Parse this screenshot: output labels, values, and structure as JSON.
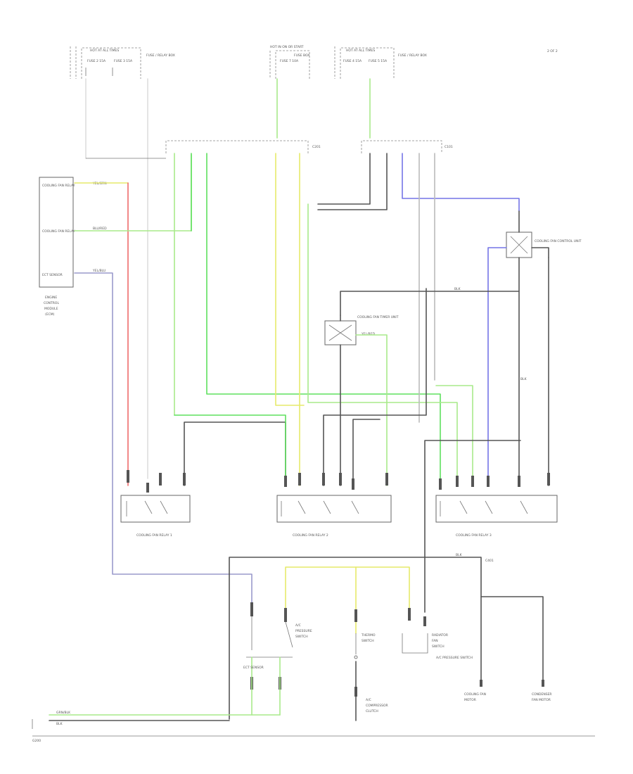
{
  "page_label": "2 OF 2",
  "ground_label": "G200",
  "fuse_box_left": {
    "title": "HOT AT ALL TIMES",
    "fuses": [
      "FUSE 2 15A",
      "FUSE 3 15A"
    ],
    "side": "FUSE / RELAY BOX"
  },
  "fuse_box_mid": {
    "title": "HOT IN ON OR START",
    "fuses": [
      "FUSE 7 10A"
    ],
    "side": "FUSE BOX"
  },
  "fuse_box_right": {
    "title": "HOT AT ALL TIMES",
    "fuses": [
      "FUSE 4 15A",
      "FUSE 5 15A"
    ],
    "side": "FUSE / RELAY BOX"
  },
  "ecm": {
    "pins": [
      "COOLING FAN RELAY",
      "COOLING FAN RELAY",
      "ECT SENSOR"
    ],
    "caption": [
      "ENGINE",
      "CONTROL",
      "MODULE",
      "(ECM)"
    ]
  },
  "relays": {
    "fan_relay_left": "COOLING FAN RELAY 1",
    "fan_relay_mid": "COOLING FAN RELAY 2",
    "fan_relay_right": "COOLING FAN RELAY 3",
    "fan_timer": "COOLING FAN TIMER UNIT",
    "fan_control": "COOLING FAN CONTROL UNIT"
  },
  "motors": {
    "left": [
      "COOLING FAN",
      "MOTOR"
    ],
    "right": [
      "CONDENSER",
      "FAN MOTOR"
    ]
  },
  "switches": {
    "temp_switch_a": [
      "A/C",
      "PRESSURE",
      "SWITCH"
    ],
    "thermo_switch": [
      "THERMO",
      "SWITCH"
    ],
    "radiator_fan_switch": [
      "RADIATOR",
      "FAN",
      "SWITCH"
    ],
    "ac_compressor": [
      "A/C",
      "COMPRESSOR",
      "CLUTCH"
    ]
  },
  "bottom_connectors": [
    "ECT SENSOR",
    "A/C PRESSURE SWITCH"
  ],
  "wire_labels": {
    "ecm_1": "YEL/GRN",
    "ecm_2": "BLU/RED",
    "ecm_3": "YEL/BLU",
    "blk_1": "BLK",
    "blk_2": "BLK",
    "blk_3": "BLK",
    "grn_bot": "GRN/BLK",
    "blk_bot": "BLK",
    "timer_out": "YEL/RED"
  },
  "junction_labels": [
    "C201",
    "C101",
    "C401"
  ]
}
